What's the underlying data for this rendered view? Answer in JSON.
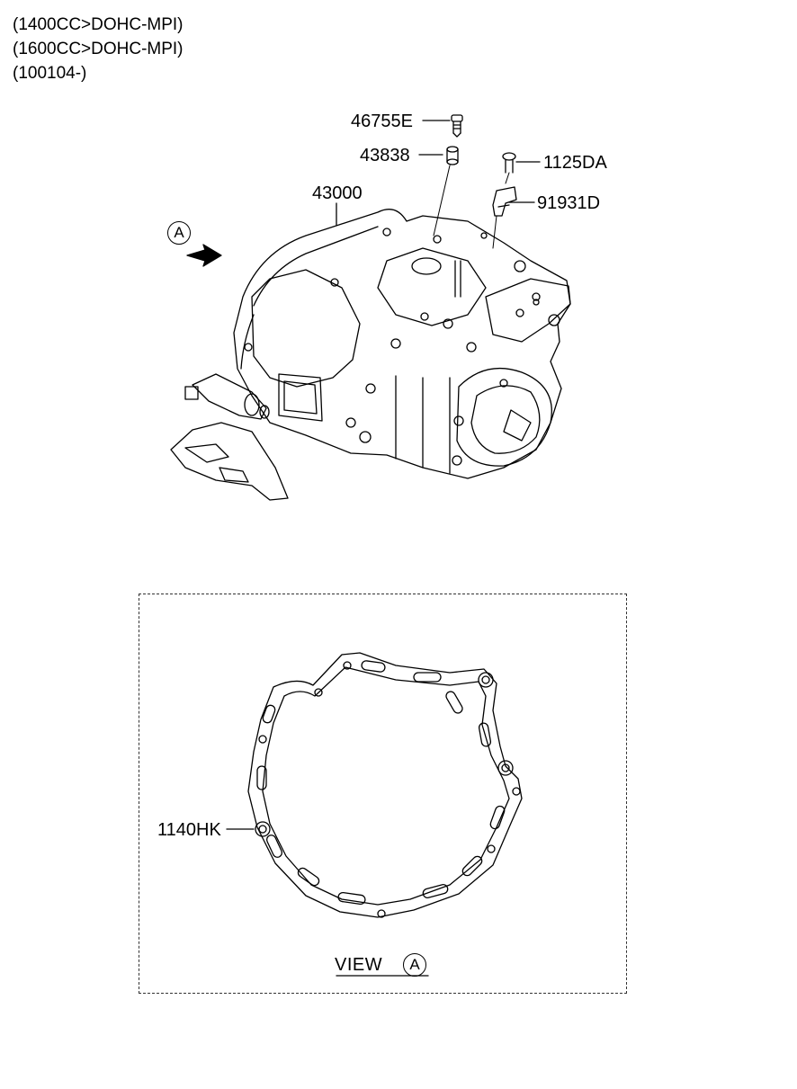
{
  "header": {
    "lines": [
      "(1400CC>DOHC-MPI)",
      "(1600CC>DOHC-MPI)",
      "(100104-)"
    ]
  },
  "parts": {
    "p46755E": "46755E",
    "p43838": "43838",
    "p1125DA": "1125DA",
    "p91931D": "91931D",
    "p43000": "43000",
    "p1140HK": "1140HK"
  },
  "view": {
    "label": "VIEW",
    "ref": "A"
  },
  "arrow_ref": "A"
}
